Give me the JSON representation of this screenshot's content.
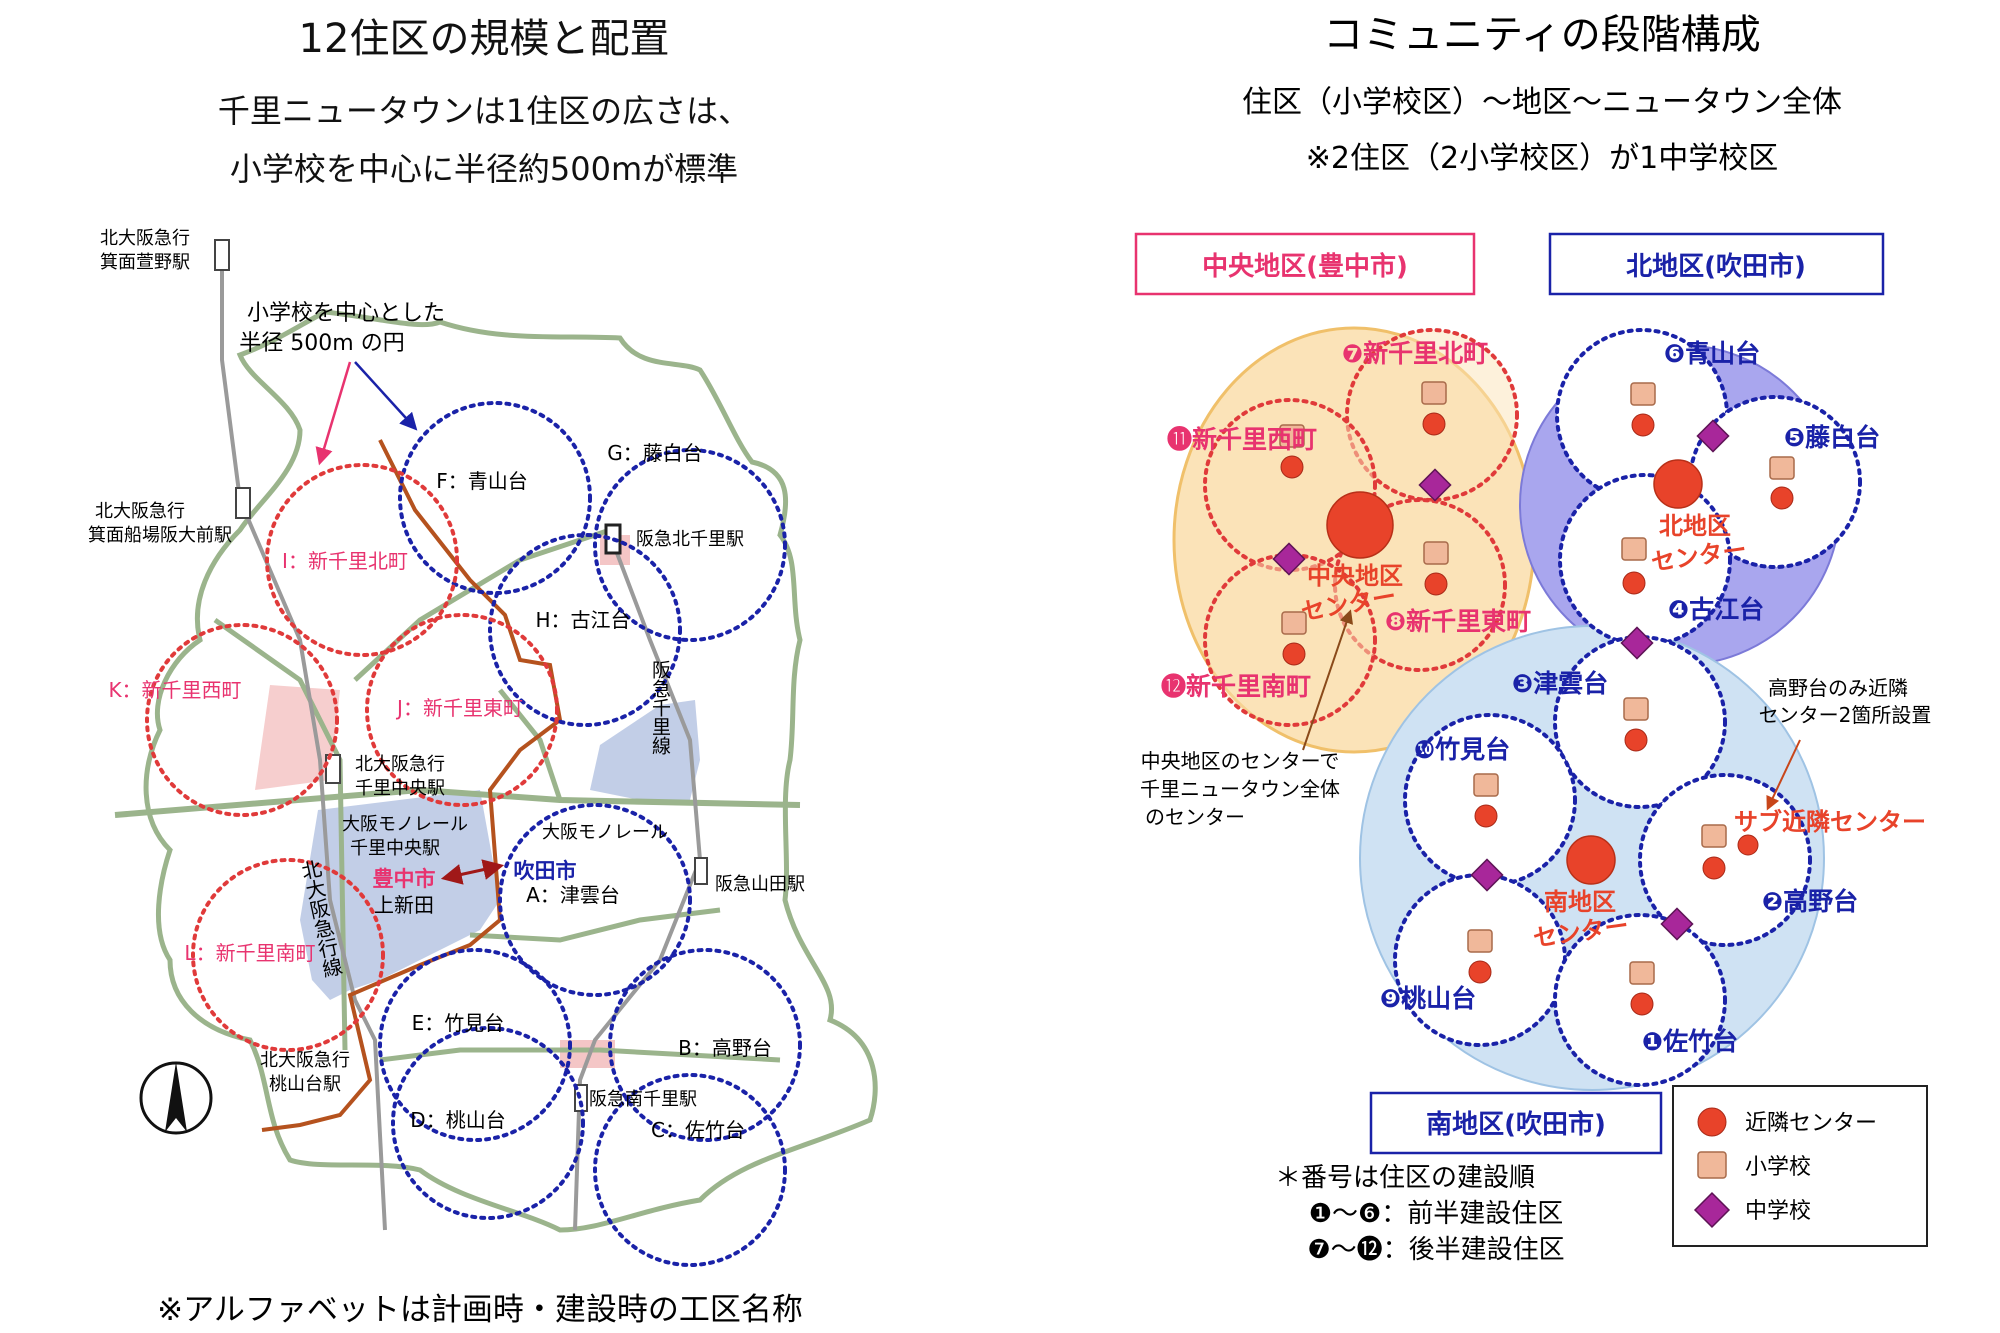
{
  "left": {
    "title": "12住区の規模と配置",
    "subtitle_line1": "千里ニュータウンは1住区の広さは、",
    "subtitle_line2": "小学校を中心に半径約500mが標準",
    "footnote": "※アルファベットは計画時・建設時の工区名称",
    "circle_callout_line1": "小学校を中心とした",
    "circle_callout_line2": "半径 500m の円",
    "stations": {
      "kita_minoh_kayano_1": "北大阪急行",
      "kita_minoh_kayano_2": "箕面萱野駅",
      "kita_senba_1": "北大阪急行",
      "kita_senba_2": "箕面船場阪大前駅",
      "hankyu_kita_senri": "阪急北千里駅",
      "hankyu_senri_line": "阪急千里線",
      "kita_senri_chuo_1": "北大阪急行",
      "kita_senri_chuo_2": "千里中央駅",
      "monorail_chuo_1": "大阪モノレール",
      "monorail_chuo_2": "千里中央駅",
      "monorail_line": "大阪モノレール",
      "hankyu_yamada": "阪急山田駅",
      "kita_line": "北大阪急行線",
      "kita_momoyamadai_1": "北大阪急行",
      "kita_momoyamadai_2": "桃山台駅",
      "hankyu_minami_senri": "阪急南千里駅"
    },
    "cities": {
      "toyonaka": "豊中市",
      "suita": "吹田市",
      "kamishinden": "上新田"
    },
    "districts": {
      "F": "F：青山台",
      "G": "G：藤白台",
      "I": "I：新千里北町",
      "H": "H：古江台",
      "K": "K：新千里西町",
      "J": "J：新千里東町",
      "A": "A：津雲台",
      "L": "L：新千里南町",
      "E": "E：竹見台",
      "B": "B：高野台",
      "D": "D：桃山台",
      "C": "C：佐竹台"
    }
  },
  "right": {
    "title": "コミュニティの段階構成",
    "subtitle_line1": "住区（小学校区）〜地区〜ニュータウン全体",
    "subtitle_line2": "※2住区（2小学校区）が1中学校区",
    "zones": {
      "chuo": "中央地区(豊中市)",
      "kita": "北地区(吹田市)",
      "minami": "南地区(吹田市)"
    },
    "centers": {
      "chuo_1": "中央地区",
      "chuo_2": "センター",
      "kita_1": "北地区",
      "kita_2": "センター",
      "minami_1": "南地区",
      "minami_2": "センター",
      "sub": "サブ近隣センター"
    },
    "residential": {
      "n1": "❶佐竹台",
      "n2": "❷高野台",
      "n3": "❸津雲台",
      "n4": "❹古江台",
      "n5": "❺藤白台",
      "n6": "❻青山台",
      "n7": "❼新千里北町",
      "n8": "❽新千里東町",
      "n9": "❾桃山台",
      "n10": "❿竹見台",
      "n11": "⓫新千里西町",
      "n12": "⓬新千里南町"
    },
    "annotations": {
      "chuo_center_1": "中央地区のセンターで",
      "chuo_center_2": "千里ニュータウン全体",
      "chuo_center_3": "のセンター",
      "takano_1": "高野台のみ近隣",
      "takano_2": "センター2箇所設置"
    },
    "legend": {
      "neighbor_center": "近隣センター",
      "elementary": "小学校",
      "junior_high": "中学校"
    },
    "notes": {
      "line1": "＊番号は住区の建設順",
      "line2": "❶〜❻：前半建設住区",
      "line3": "❼〜⓬：後半建設住区"
    }
  },
  "colors": {
    "pink": "#e8336f",
    "blue": "#1a22a8",
    "center_red": "#e8432a",
    "school_tan": "#f0b89a",
    "jhs_purple": "#a8279a",
    "chuo_fill": "#fbe3b8",
    "kita_fill": "#a9a6ee",
    "minami_fill": "#cfe2f3",
    "road_green": "#9bb48c"
  }
}
